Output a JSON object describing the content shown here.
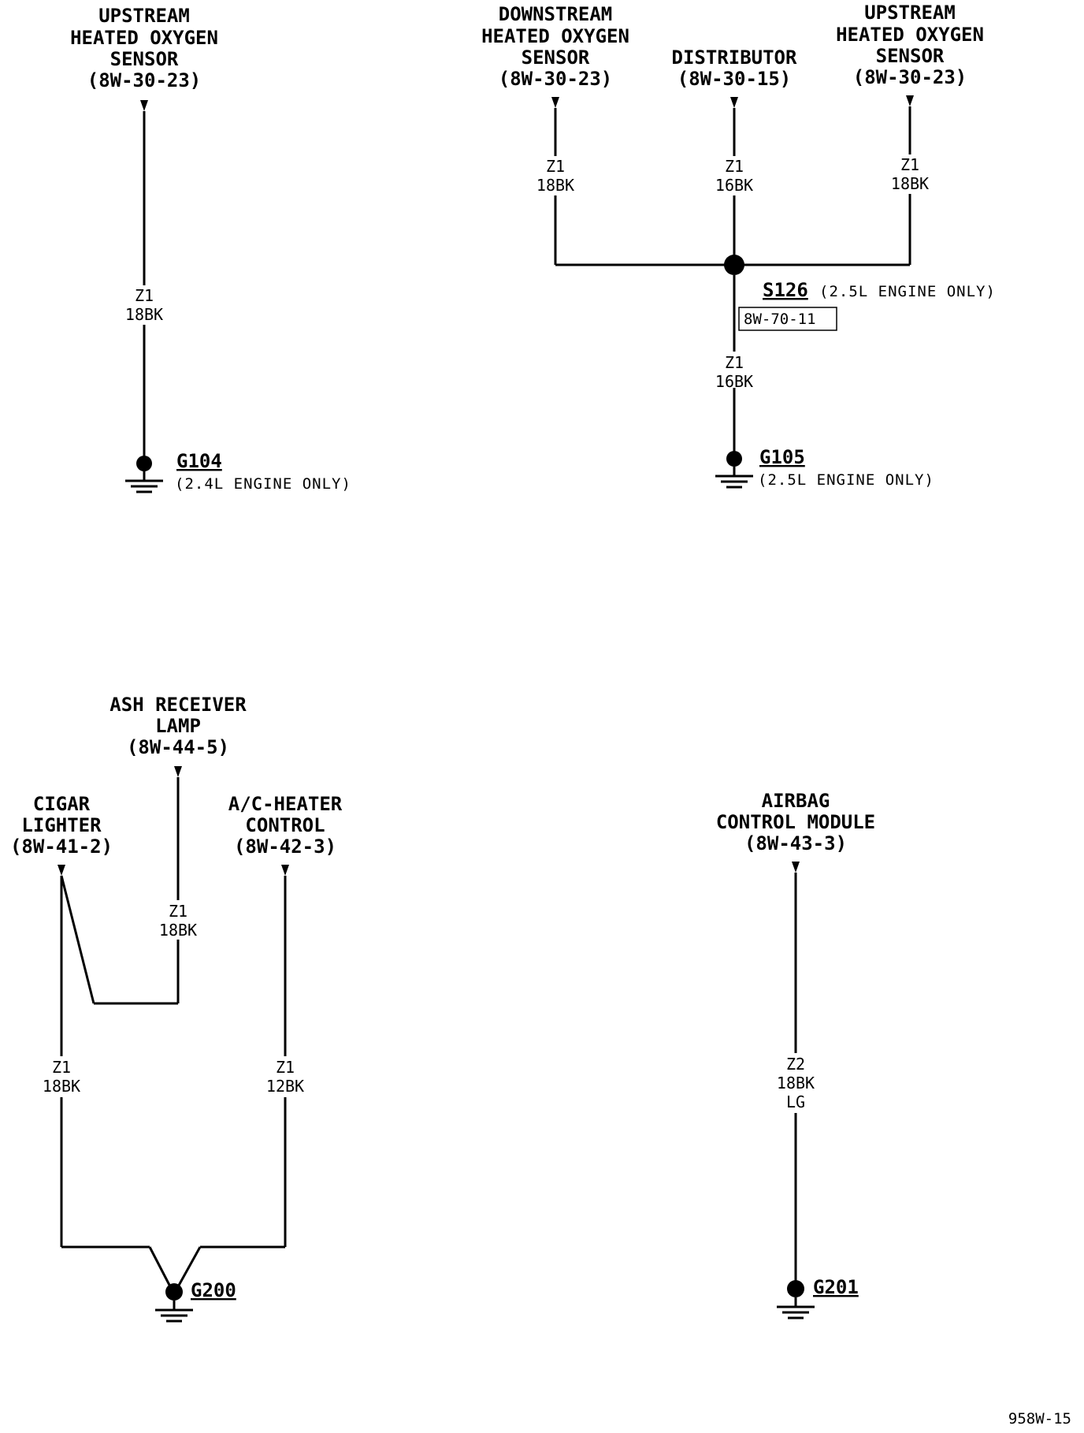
{
  "components": {
    "up_o2_left": {
      "lines": [
        "UPSTREAM",
        "HEATED OXYGEN",
        "SENSOR",
        "(8W-30-23)"
      ]
    },
    "down_o2": {
      "lines": [
        "DOWNSTREAM",
        "HEATED OXYGEN",
        "SENSOR",
        "(8W-30-23)"
      ]
    },
    "distributor": {
      "lines": [
        "DISTRIBUTOR",
        "(8W-30-15)"
      ]
    },
    "up_o2_right": {
      "lines": [
        "UPSTREAM",
        "HEATED OXYGEN",
        "SENSOR",
        "(8W-30-23)"
      ]
    },
    "ash_lamp": {
      "lines": [
        "ASH RECEIVER",
        "LAMP",
        "(8W-44-5)"
      ]
    },
    "cigar": {
      "lines": [
        "CIGAR",
        "LIGHTER",
        "(8W-41-2)"
      ]
    },
    "ac_heater": {
      "lines": [
        "A/C-HEATER",
        "CONTROL",
        "(8W-42-3)"
      ]
    },
    "airbag": {
      "lines": [
        "AIRBAG",
        "CONTROL MODULE",
        "(8W-43-3)"
      ]
    }
  },
  "wires": {
    "w_g104": [
      "Z1",
      "18BK"
    ],
    "w_down": [
      "Z1",
      "18BK"
    ],
    "w_dist": [
      "Z1",
      "16BK"
    ],
    "w_up_r": [
      "Z1",
      "18BK"
    ],
    "w_s126": [
      "Z1",
      "16BK"
    ],
    "w_ash": [
      "Z1",
      "18BK"
    ],
    "w_cigar": [
      "Z1",
      "18BK"
    ],
    "w_ac": [
      "Z1",
      "12BK"
    ],
    "w_airbag": [
      "Z2",
      "18BK",
      "LG"
    ]
  },
  "grounds": {
    "g104": {
      "id": "G104",
      "note": "(2.4L ENGINE ONLY)"
    },
    "g105": {
      "id": "G105",
      "note": "(2.5L ENGINE ONLY)"
    },
    "g200": {
      "id": "G200"
    },
    "g201": {
      "id": "G201"
    }
  },
  "splice": {
    "id": "S126",
    "note": "(2.5L ENGINE ONLY)",
    "ref": "8W-70-11"
  },
  "page_number": "958W-15"
}
